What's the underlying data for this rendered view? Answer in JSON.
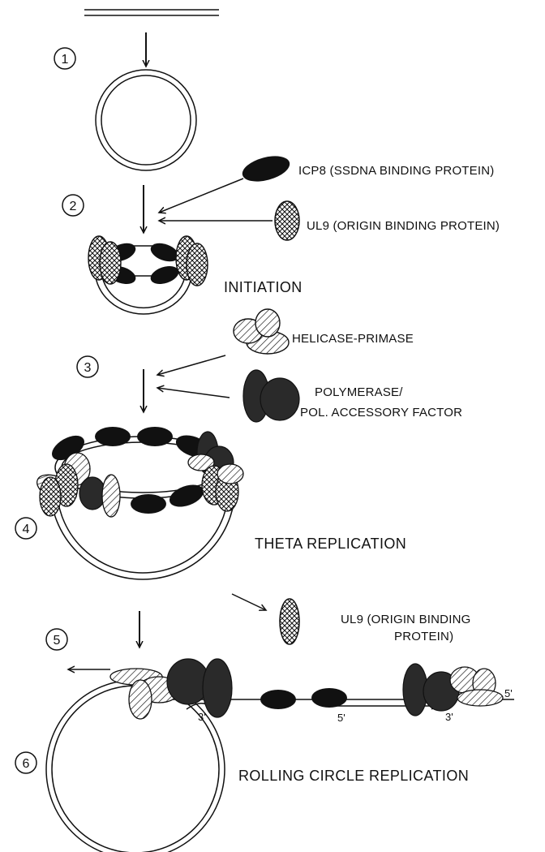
{
  "steps": [
    "1",
    "2",
    "3",
    "4",
    "5",
    "6"
  ],
  "labels": {
    "icp8": "ICP8 (SSDNA BINDING PROTEIN)",
    "ul9": "UL9 (ORIGIN BINDING PROTEIN)",
    "initiation": "INITIATION",
    "helicase": "HELICASE-PRIMASE",
    "polymerase_1": "POLYMERASE/",
    "polymerase_2": "POL. ACCESSORY FACTOR",
    "theta": "THETA REPLICATION",
    "ul9_release_1": "UL9 (ORIGIN BINDING",
    "ul9_release_2": "PROTEIN)",
    "rolling": "ROLLING CIRCLE REPLICATION"
  },
  "strand_ends": {
    "left_3": "3'",
    "mid_5": "5'",
    "right_3": "3'",
    "right_5": "5'"
  },
  "colors": {
    "ink": "#111111",
    "paper": "#ffffff",
    "protein_dark": "#2a2a2a"
  }
}
